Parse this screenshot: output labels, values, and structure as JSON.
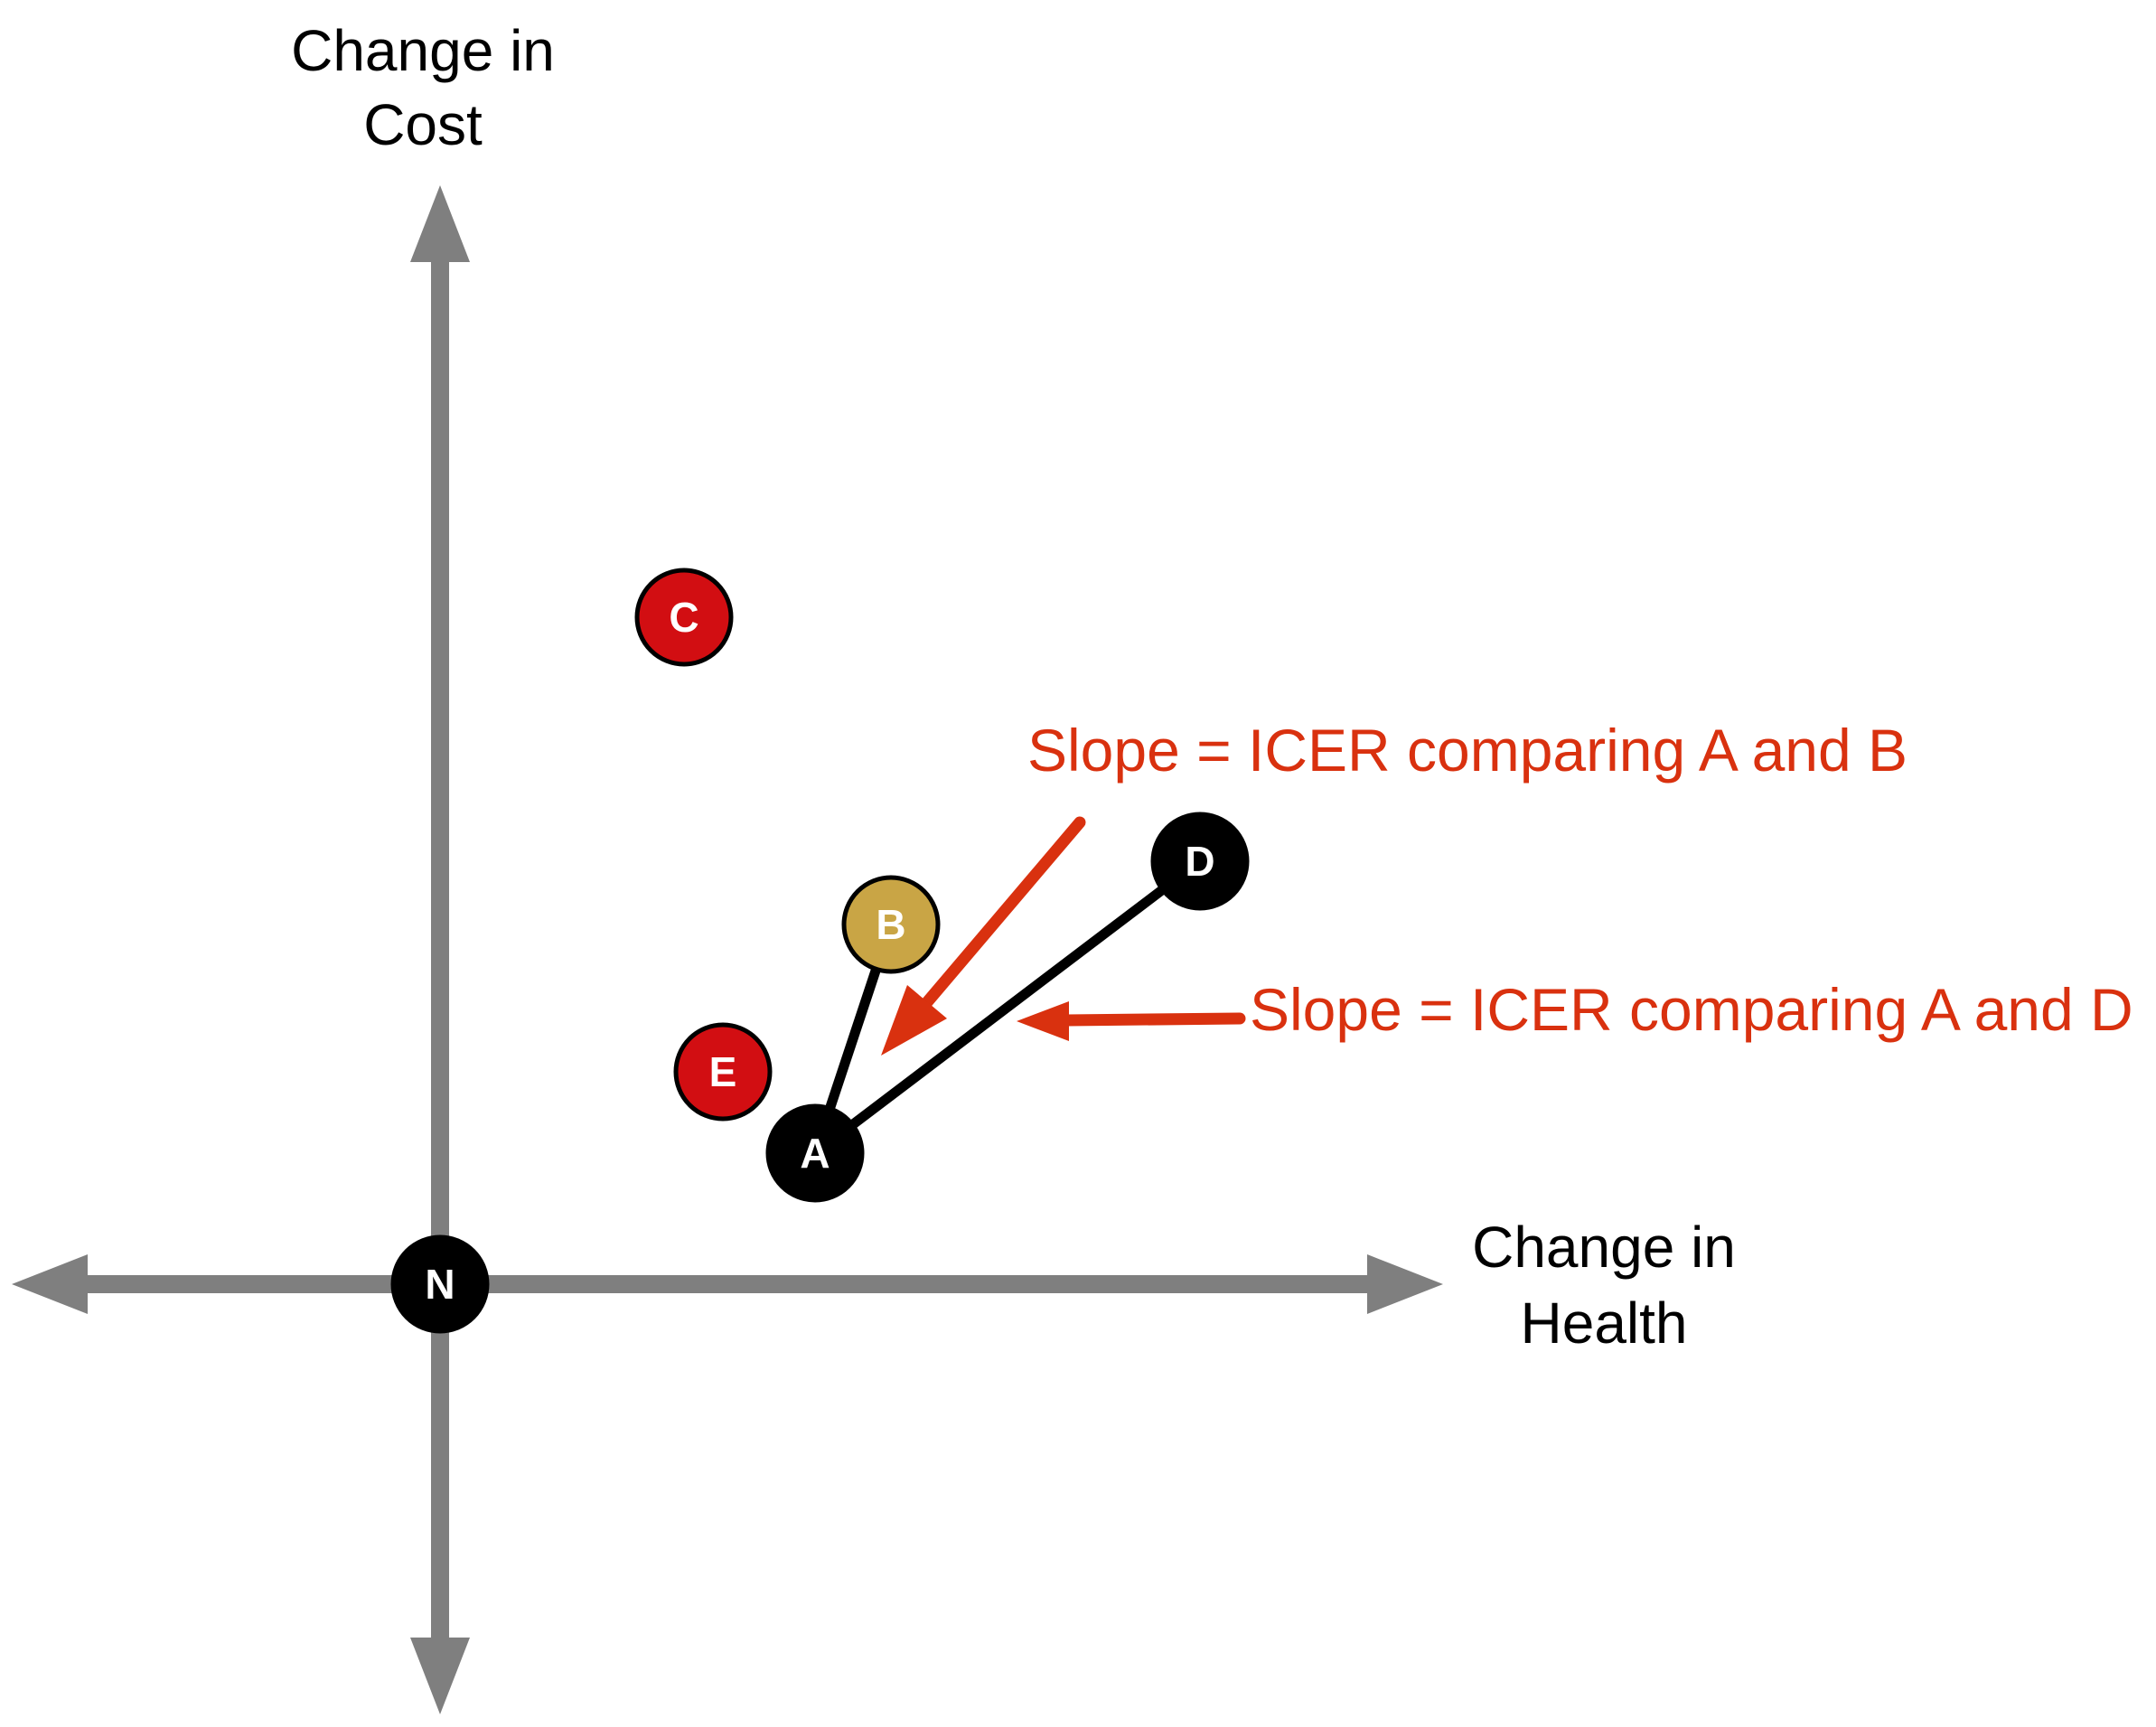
{
  "diagram": {
    "y_axis_label": {
      "line1": "Change in",
      "line2": "Cost"
    },
    "x_axis_label": {
      "line1": "Change in",
      "line2": "Health"
    },
    "points": [
      {
        "label": "N",
        "fill": "#000000"
      },
      {
        "label": "C",
        "fill": "#d20e12"
      },
      {
        "label": "B",
        "fill": "#c9a545"
      },
      {
        "label": "E",
        "fill": "#d20e12"
      },
      {
        "label": "A",
        "fill": "#000000"
      },
      {
        "label": "D",
        "fill": "#000000"
      }
    ],
    "point_label_color": "#ffffff",
    "annotations": {
      "slope_ab": "Slope = ICER comparing A and B",
      "slope_ad": "Slope = ICER comparing A and D"
    },
    "colors": {
      "axis": "#7f7f7f",
      "connector": "#000000",
      "annotation": "#d9310f",
      "axis_label": "#000000"
    }
  }
}
